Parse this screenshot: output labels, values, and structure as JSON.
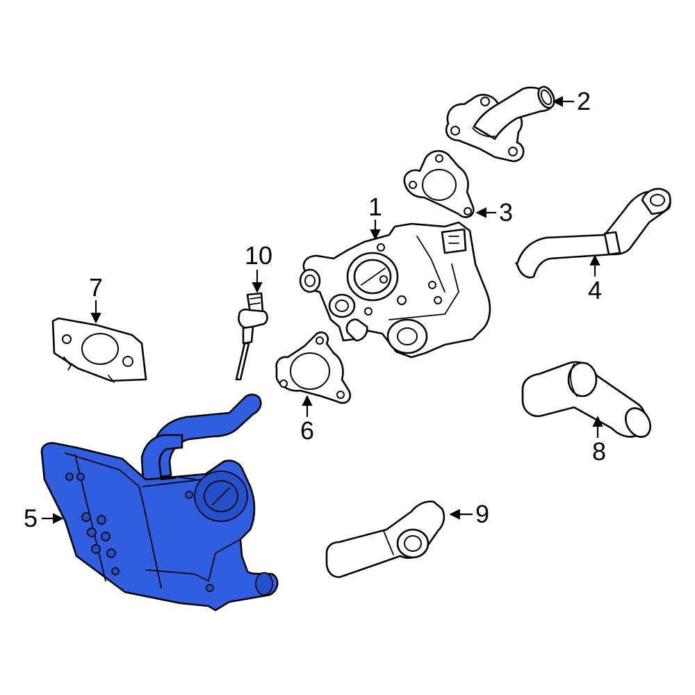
{
  "callouts": [
    {
      "id": "1",
      "label": "1"
    },
    {
      "id": "2",
      "label": "2"
    },
    {
      "id": "3",
      "label": "3"
    },
    {
      "id": "4",
      "label": "4"
    },
    {
      "id": "5",
      "label": "5"
    },
    {
      "id": "6",
      "label": "6"
    },
    {
      "id": "7",
      "label": "7"
    },
    {
      "id": "8",
      "label": "8"
    },
    {
      "id": "9",
      "label": "9"
    },
    {
      "id": "10",
      "label": "10"
    }
  ],
  "colors": {
    "highlight": "#2f5fe0",
    "outline": "#000000",
    "background": "#ffffff"
  }
}
